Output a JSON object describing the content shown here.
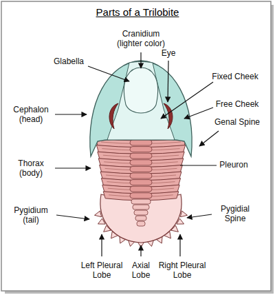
{
  "diagram": {
    "title": "Parts of a Trilobite",
    "labels": [
      "Cranidium (lighter color)",
      "Glabella",
      "Eye",
      "Fixed Cheek",
      "Free Cheek",
      "Genal Spine",
      "Cephalon (head)",
      "Pleuron",
      "Thorax (body)",
      "Pygidium (tail)",
      "Pygidial Spine",
      "Left Pleural Lobe",
      "Axial Lobe",
      "Right Pleural Lobe"
    ]
  }
}
